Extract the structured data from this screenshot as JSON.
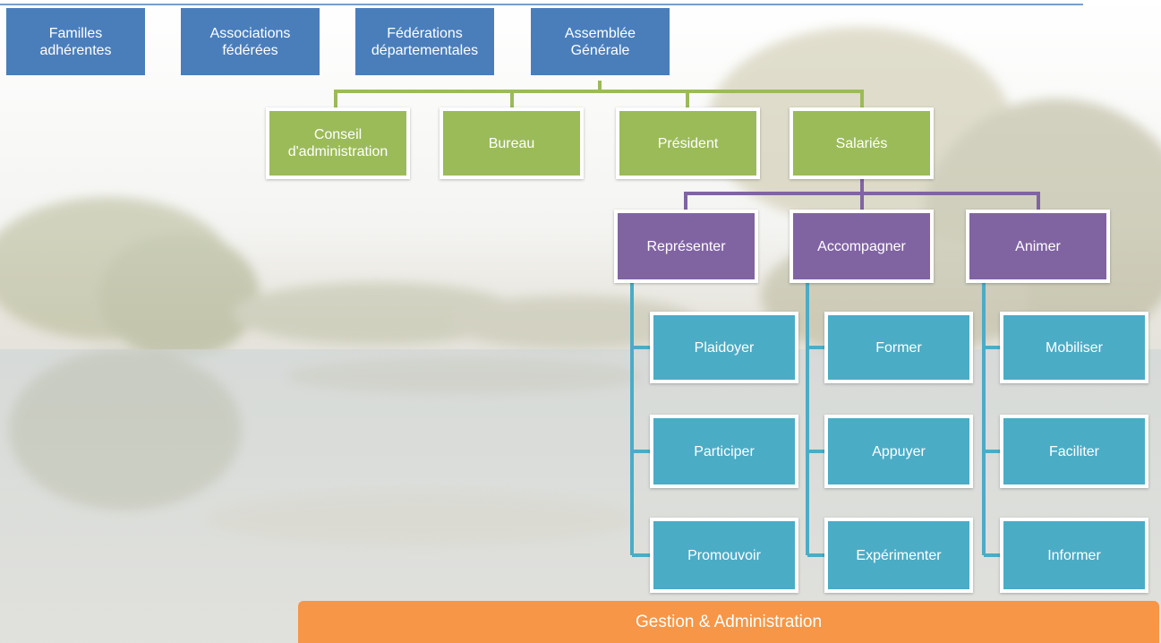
{
  "top_row": [
    {
      "label": "Familles\nadhérentes"
    },
    {
      "label": "Associations\nfédérées"
    },
    {
      "label": "Fédérations\ndépartementales"
    },
    {
      "label": "Assemblée\nGénérale"
    }
  ],
  "governance": [
    {
      "label": "Conseil\nd'administration"
    },
    {
      "label": "Bureau"
    },
    {
      "label": "Président"
    },
    {
      "label": "Salariés"
    }
  ],
  "missions": [
    {
      "label": "Représenter",
      "actions": [
        "Plaidoyer",
        "Participer",
        "Promouvoir"
      ]
    },
    {
      "label": "Accompagner",
      "actions": [
        "Former",
        "Appuyer",
        "Expérimenter"
      ]
    },
    {
      "label": "Animer",
      "actions": [
        "Mobiliser",
        "Faciliter",
        "Informer"
      ]
    }
  ],
  "footer": {
    "label": "Gestion & Administration"
  },
  "colors": {
    "top": "#4a7ebb",
    "governance": "#9bbb59",
    "missions": "#8064a2",
    "actions": "#4bacc6",
    "footer": "#f79646"
  }
}
